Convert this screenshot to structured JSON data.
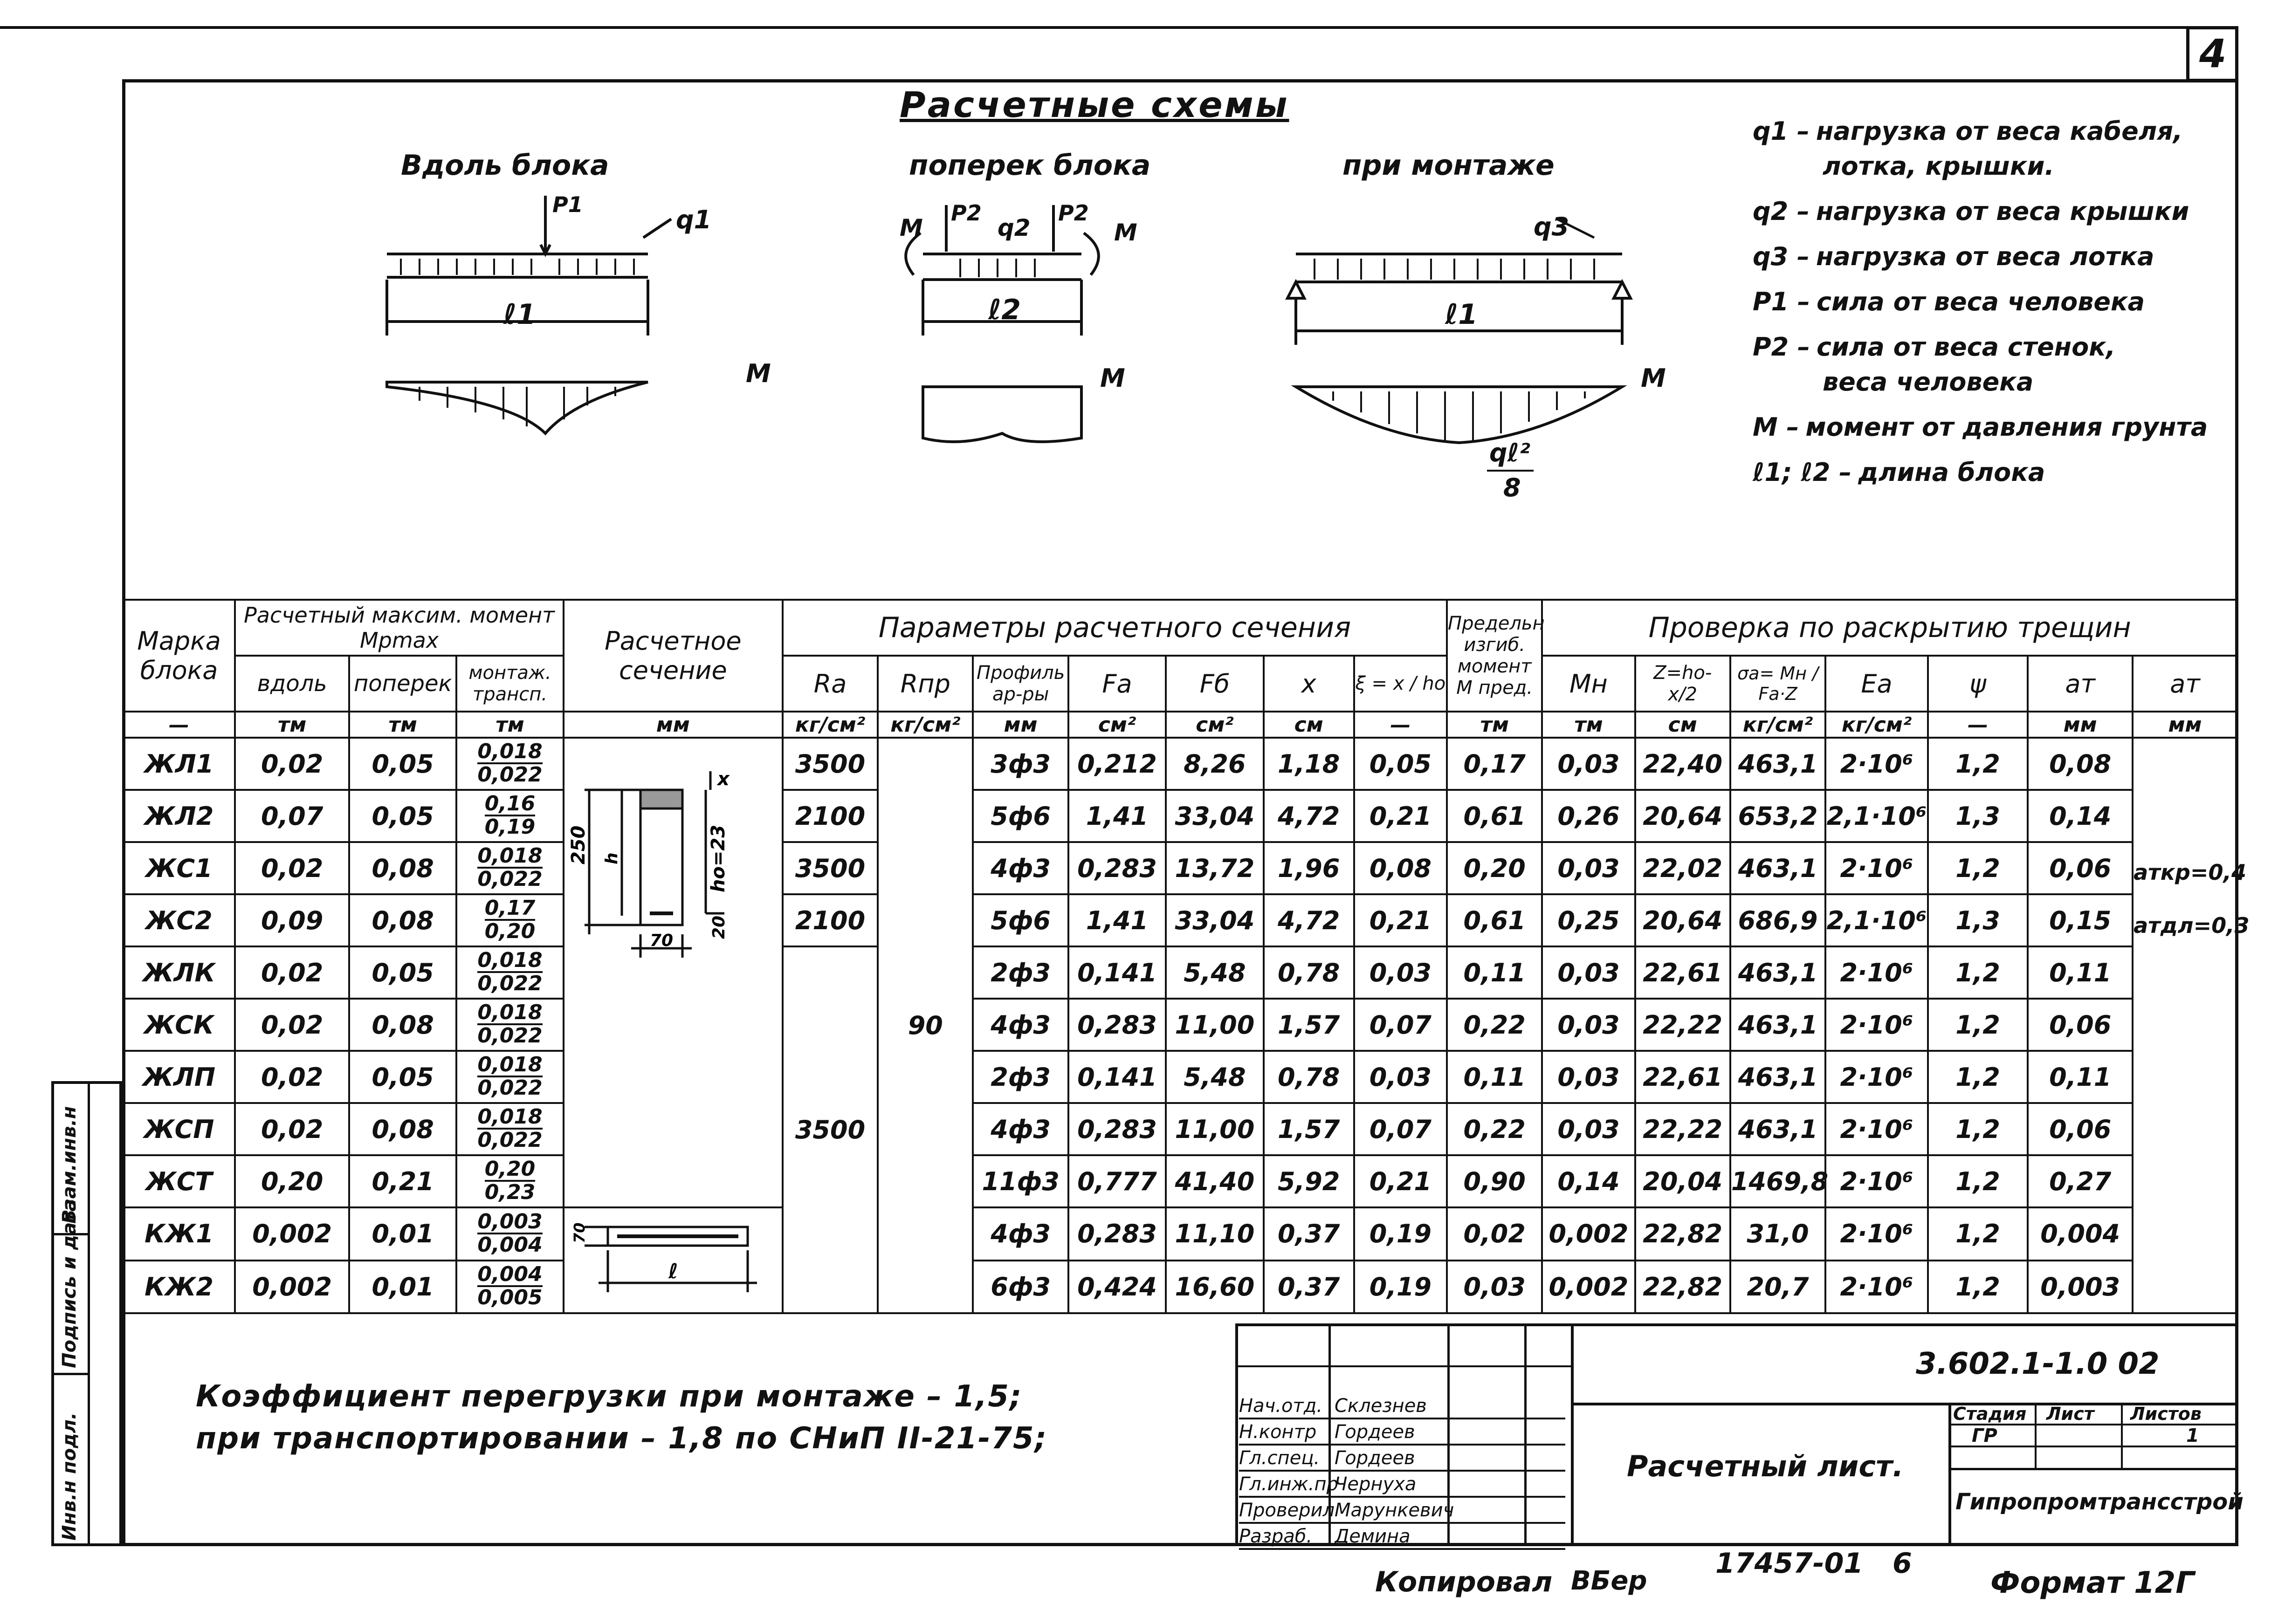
{
  "sheet": {
    "sheet_number": "4",
    "schemes_title": "Расчетные схемы",
    "scheme_labels": [
      "Вдоль блока",
      "поперек блока",
      "при монтаже"
    ],
    "scheme1_marks": {
      "p": "P1",
      "q": "q1",
      "l": "ℓ1",
      "m": "M"
    },
    "scheme2_marks": {
      "p": "P2",
      "q": "q2",
      "l": "ℓ2",
      "m": "M"
    },
    "scheme3_marks": {
      "q": "q3",
      "l": "ℓ1",
      "m": "M",
      "formula_top": "qℓ²",
      "formula_bottom": "8"
    }
  },
  "legend": [
    {
      "sym": "q1 –",
      "text": "нагрузка от веса кабеля,",
      "text2": "лотка, крышки."
    },
    {
      "sym": "q2 –",
      "text": "нагрузка от веса крышки",
      "text2": ""
    },
    {
      "sym": "q3 –",
      "text": "нагрузка от веса лотка",
      "text2": ""
    },
    {
      "sym": "P1 –",
      "text": "сила от веса человека",
      "text2": ""
    },
    {
      "sym": "P2 –",
      "text": "сила от веса стенок,",
      "text2": "веса человека"
    },
    {
      "sym": "M –",
      "text": "момент от давления грунта",
      "text2": ""
    },
    {
      "sym": "ℓ1; ℓ2 –",
      "text": "длина блока",
      "text2": ""
    }
  ],
  "table": {
    "head": {
      "mark": "Марка блока",
      "moment_group": "Расчетный максим. момент Mрmax",
      "along": "вдоль",
      "across": "поперек",
      "mount": "монтаж. трансп.",
      "section": "Расчетное сечение",
      "params_group": "Параметры расчетного сечения",
      "ra": "Ra",
      "rpr": "Rпр",
      "profile": "Профиль ар-ры",
      "fa": "Fa",
      "fb": "Fб",
      "x": "x",
      "xi": "ξ = x / ho",
      "limit": "Предельн изгиб. момент M пред.",
      "check_group": "Проверка по раскрытию трещин",
      "mn": "Mн",
      "z": "Z=ho- x/2",
      "sigma": "σa= Mн / Fa·Z",
      "ea": "Ea",
      "psi": "ψ",
      "at": "aт",
      "at2": "aт"
    },
    "units": [
      "—",
      "тм",
      "тм",
      "тм",
      "мм",
      "кг/см²",
      "кг/см²",
      "мм",
      "см²",
      "см²",
      "см",
      "—",
      "тм",
      "тм",
      "см",
      "кг/см²",
      "кг/см²",
      "—",
      "мм",
      "мм"
    ],
    "rows": [
      {
        "mark": "ЖЛ1",
        "along": "0,02",
        "across": "0,05",
        "m_top": "0,018",
        "m_bot": "0,022",
        "ra": "3500",
        "prof": "3ф3",
        "fa": "0,212",
        "fb": "8,26",
        "x": "1,18",
        "xi": "0,05",
        "mpred": "0,17",
        "mn": "0,03",
        "z": "22,40",
        "sigma": "463,1",
        "ea": "2·10⁶",
        "psi": "1,2",
        "at": "0,08"
      },
      {
        "mark": "ЖЛ2",
        "along": "0,07",
        "across": "0,05",
        "m_top": "0,16",
        "m_bot": "0,19",
        "ra": "2100",
        "prof": "5ф6",
        "fa": "1,41",
        "fb": "33,04",
        "x": "4,72",
        "xi": "0,21",
        "mpred": "0,61",
        "mn": "0,26",
        "z": "20,64",
        "sigma": "653,2",
        "ea": "2,1·10⁶",
        "psi": "1,3",
        "at": "0,14"
      },
      {
        "mark": "ЖС1",
        "along": "0,02",
        "across": "0,08",
        "m_top": "0,018",
        "m_bot": "0,022",
        "ra": "3500",
        "prof": "4ф3",
        "fa": "0,283",
        "fb": "13,72",
        "x": "1,96",
        "xi": "0,08",
        "mpred": "0,20",
        "mn": "0,03",
        "z": "22,02",
        "sigma": "463,1",
        "ea": "2·10⁶",
        "psi": "1,2",
        "at": "0,06"
      },
      {
        "mark": "ЖС2",
        "along": "0,09",
        "across": "0,08",
        "m_top": "0,17",
        "m_bot": "0,20",
        "ra": "2100",
        "prof": "5ф6",
        "fa": "1,41",
        "fb": "33,04",
        "x": "4,72",
        "xi": "0,21",
        "mpred": "0,61",
        "mn": "0,25",
        "z": "20,64",
        "sigma": "686,9",
        "ea": "2,1·10⁶",
        "psi": "1,3",
        "at": "0,15"
      },
      {
        "mark": "ЖЛК",
        "along": "0,02",
        "across": "0,05",
        "m_top": "0,018",
        "m_bot": "0,022",
        "ra": "",
        "prof": "2ф3",
        "fa": "0,141",
        "fb": "5,48",
        "x": "0,78",
        "xi": "0,03",
        "mpred": "0,11",
        "mn": "0,03",
        "z": "22,61",
        "sigma": "463,1",
        "ea": "2·10⁶",
        "psi": "1,2",
        "at": "0,11"
      },
      {
        "mark": "ЖСК",
        "along": "0,02",
        "across": "0,08",
        "m_top": "0,018",
        "m_bot": "0,022",
        "ra": "",
        "prof": "4ф3",
        "fa": "0,283",
        "fb": "11,00",
        "x": "1,57",
        "xi": "0,07",
        "mpred": "0,22",
        "mn": "0,03",
        "z": "22,22",
        "sigma": "463,1",
        "ea": "2·10⁶",
        "psi": "1,2",
        "at": "0,06"
      },
      {
        "mark": "ЖЛП",
        "along": "0,02",
        "across": "0,05",
        "m_top": "0,018",
        "m_bot": "0,022",
        "ra": "",
        "prof": "2ф3",
        "fa": "0,141",
        "fb": "5,48",
        "x": "0,78",
        "xi": "0,03",
        "mpred": "0,11",
        "mn": "0,03",
        "z": "22,61",
        "sigma": "463,1",
        "ea": "2·10⁶",
        "psi": "1,2",
        "at": "0,11"
      },
      {
        "mark": "ЖСП",
        "along": "0,02",
        "across": "0,08",
        "m_top": "0,018",
        "m_bot": "0,022",
        "ra": "",
        "prof": "4ф3",
        "fa": "0,283",
        "fb": "11,00",
        "x": "1,57",
        "xi": "0,07",
        "mpred": "0,22",
        "mn": "0,03",
        "z": "22,22",
        "sigma": "463,1",
        "ea": "2·10⁶",
        "psi": "1,2",
        "at": "0,06"
      },
      {
        "mark": "ЖСТ",
        "along": "0,20",
        "across": "0,21",
        "m_top": "0,20",
        "m_bot": "0,23",
        "ra": "",
        "prof": "11ф3",
        "fa": "0,777",
        "fb": "41,40",
        "x": "5,92",
        "xi": "0,21",
        "mpred": "0,90",
        "mn": "0,14",
        "z": "20,04",
        "sigma": "1469,8",
        "ea": "2·10⁶",
        "psi": "1,2",
        "at": "0,27"
      },
      {
        "mark": "КЖ1",
        "along": "0,002",
        "across": "0,01",
        "m_top": "0,003",
        "m_bot": "0,004",
        "ra": "",
        "prof": "4ф3",
        "fa": "0,283",
        "fb": "11,10",
        "x": "0,37",
        "xi": "0,19",
        "mpred": "0,02",
        "mn": "0,002",
        "z": "22,82",
        "sigma": "31,0",
        "ea": "2·10⁶",
        "psi": "1,2",
        "at": "0,004"
      },
      {
        "mark": "КЖ2",
        "along": "0,002",
        "across": "0,01",
        "m_top": "0,004",
        "m_bot": "0,005",
        "ra": "",
        "prof": "6ф3",
        "fa": "0,424",
        "fb": "16,60",
        "x": "0,37",
        "xi": "0,19",
        "mpred": "0,03",
        "mn": "0,002",
        "z": "22,82",
        "sigma": "20,7",
        "ea": "2·10⁶",
        "psi": "1,2",
        "at": "0,003"
      }
    ],
    "ra_merged": "3500",
    "rpr_merged": "90",
    "at_limit_1": "aткр=0,4",
    "at_limit_2": "aтдл=0,3",
    "section_dims": {
      "h": "250",
      "ho": "ho=23",
      "a": "20",
      "b": "70",
      "x": "x",
      "plate_t": "70",
      "plate_l": "ℓ"
    }
  },
  "notes": {
    "line1": "Коэффициент перегрузки при монтаже – 1,5;",
    "line2": "при транспортировании – 1,8 по СНиП II-21-75;"
  },
  "side_stamp": [
    "Инв.н подл.",
    "Подпись и дата",
    "Взам.инв.н"
  ],
  "title_block": {
    "code": "3.602.1-1.0 02",
    "sheet_title": "Расчетный лист.",
    "stage_h": "Стадия",
    "sheet_h": "Лист",
    "sheets_h": "Листов",
    "stage": "ГР",
    "sheet": "",
    "sheets": "1",
    "org": "Гипропромтрансстрой",
    "people": [
      {
        "role": "Нач.отд.",
        "name": "Склезнев"
      },
      {
        "role": "Н.контр",
        "name": "Гордеев"
      },
      {
        "role": "Гл.спец.",
        "name": "Гордеев"
      },
      {
        "role": "Гл.инж.пр",
        "name": "Чернуха"
      },
      {
        "role": "Проверил",
        "name": "Марункевич"
      },
      {
        "role": "Разраб.",
        "name": "Демина"
      }
    ]
  },
  "footer": {
    "copied": "Копировал",
    "copier": "ВБер",
    "order": "17457-01",
    "order_n": "6",
    "format": "Формат 12Г"
  }
}
